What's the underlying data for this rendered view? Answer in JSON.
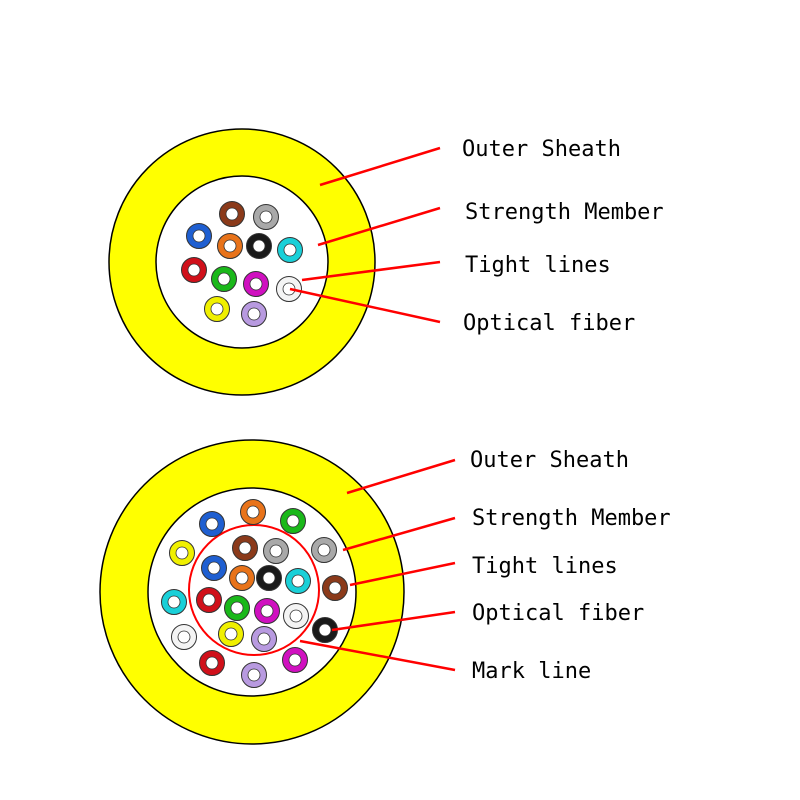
{
  "colors": {
    "sheath": "#ffff00",
    "outline": "#000000",
    "leader": "#ff0000",
    "mark_line": "#ff0000",
    "inner_fill": "#ffffff"
  },
  "cable_1": {
    "labels": {
      "outer_sheath": "Outer Sheath",
      "strength_member": "Strength Member",
      "tight_lines": "Tight lines",
      "optical_fiber": "Optical fiber"
    },
    "fibers": [
      {
        "name": "brown",
        "color": "#8b3a1a"
      },
      {
        "name": "gray",
        "color": "#a9a9a9"
      },
      {
        "name": "blue",
        "color": "#1f5fd1"
      },
      {
        "name": "orange",
        "color": "#e8731a"
      },
      {
        "name": "black",
        "color": "#1a1a1a"
      },
      {
        "name": "aqua",
        "color": "#1ad0d8"
      },
      {
        "name": "red",
        "color": "#d0101a"
      },
      {
        "name": "green",
        "color": "#1ab81a"
      },
      {
        "name": "violet-pink",
        "color": "#d010c0"
      },
      {
        "name": "white",
        "color": "#f4f4f4"
      },
      {
        "name": "yellow",
        "color": "#f0f000"
      },
      {
        "name": "violet",
        "color": "#b89ae0"
      }
    ]
  },
  "cable_2": {
    "labels": {
      "outer_sheath": "Outer Sheath",
      "strength_member": "Strength Member",
      "tight_lines": "Tight lines",
      "optical_fiber": "Optical fiber",
      "mark_line": "Mark line"
    },
    "inner_fibers": [
      {
        "name": "brown",
        "color": "#8b3a1a"
      },
      {
        "name": "gray",
        "color": "#a9a9a9"
      },
      {
        "name": "blue",
        "color": "#1f5fd1"
      },
      {
        "name": "orange",
        "color": "#e8731a"
      },
      {
        "name": "black",
        "color": "#1a1a1a"
      },
      {
        "name": "aqua",
        "color": "#1ad0d8"
      },
      {
        "name": "red",
        "color": "#d0101a"
      },
      {
        "name": "green",
        "color": "#1ab81a"
      },
      {
        "name": "violet-pink",
        "color": "#d010c0"
      },
      {
        "name": "white",
        "color": "#f4f4f4"
      },
      {
        "name": "yellow",
        "color": "#f0f000"
      },
      {
        "name": "violet",
        "color": "#b89ae0"
      }
    ],
    "outer_fibers": [
      {
        "name": "orange",
        "color": "#e8731a"
      },
      {
        "name": "blue",
        "color": "#1f5fd1"
      },
      {
        "name": "green",
        "color": "#1ab81a"
      },
      {
        "name": "yellow",
        "color": "#f0f000"
      },
      {
        "name": "gray",
        "color": "#a9a9a9"
      },
      {
        "name": "brown",
        "color": "#8b3a1a"
      },
      {
        "name": "aqua",
        "color": "#1ad0d8"
      },
      {
        "name": "white",
        "color": "#f4f4f4"
      },
      {
        "name": "black",
        "color": "#1a1a1a"
      },
      {
        "name": "red",
        "color": "#d0101a"
      },
      {
        "name": "violet",
        "color": "#b89ae0"
      },
      {
        "name": "violet-pink",
        "color": "#d010c0"
      }
    ]
  }
}
